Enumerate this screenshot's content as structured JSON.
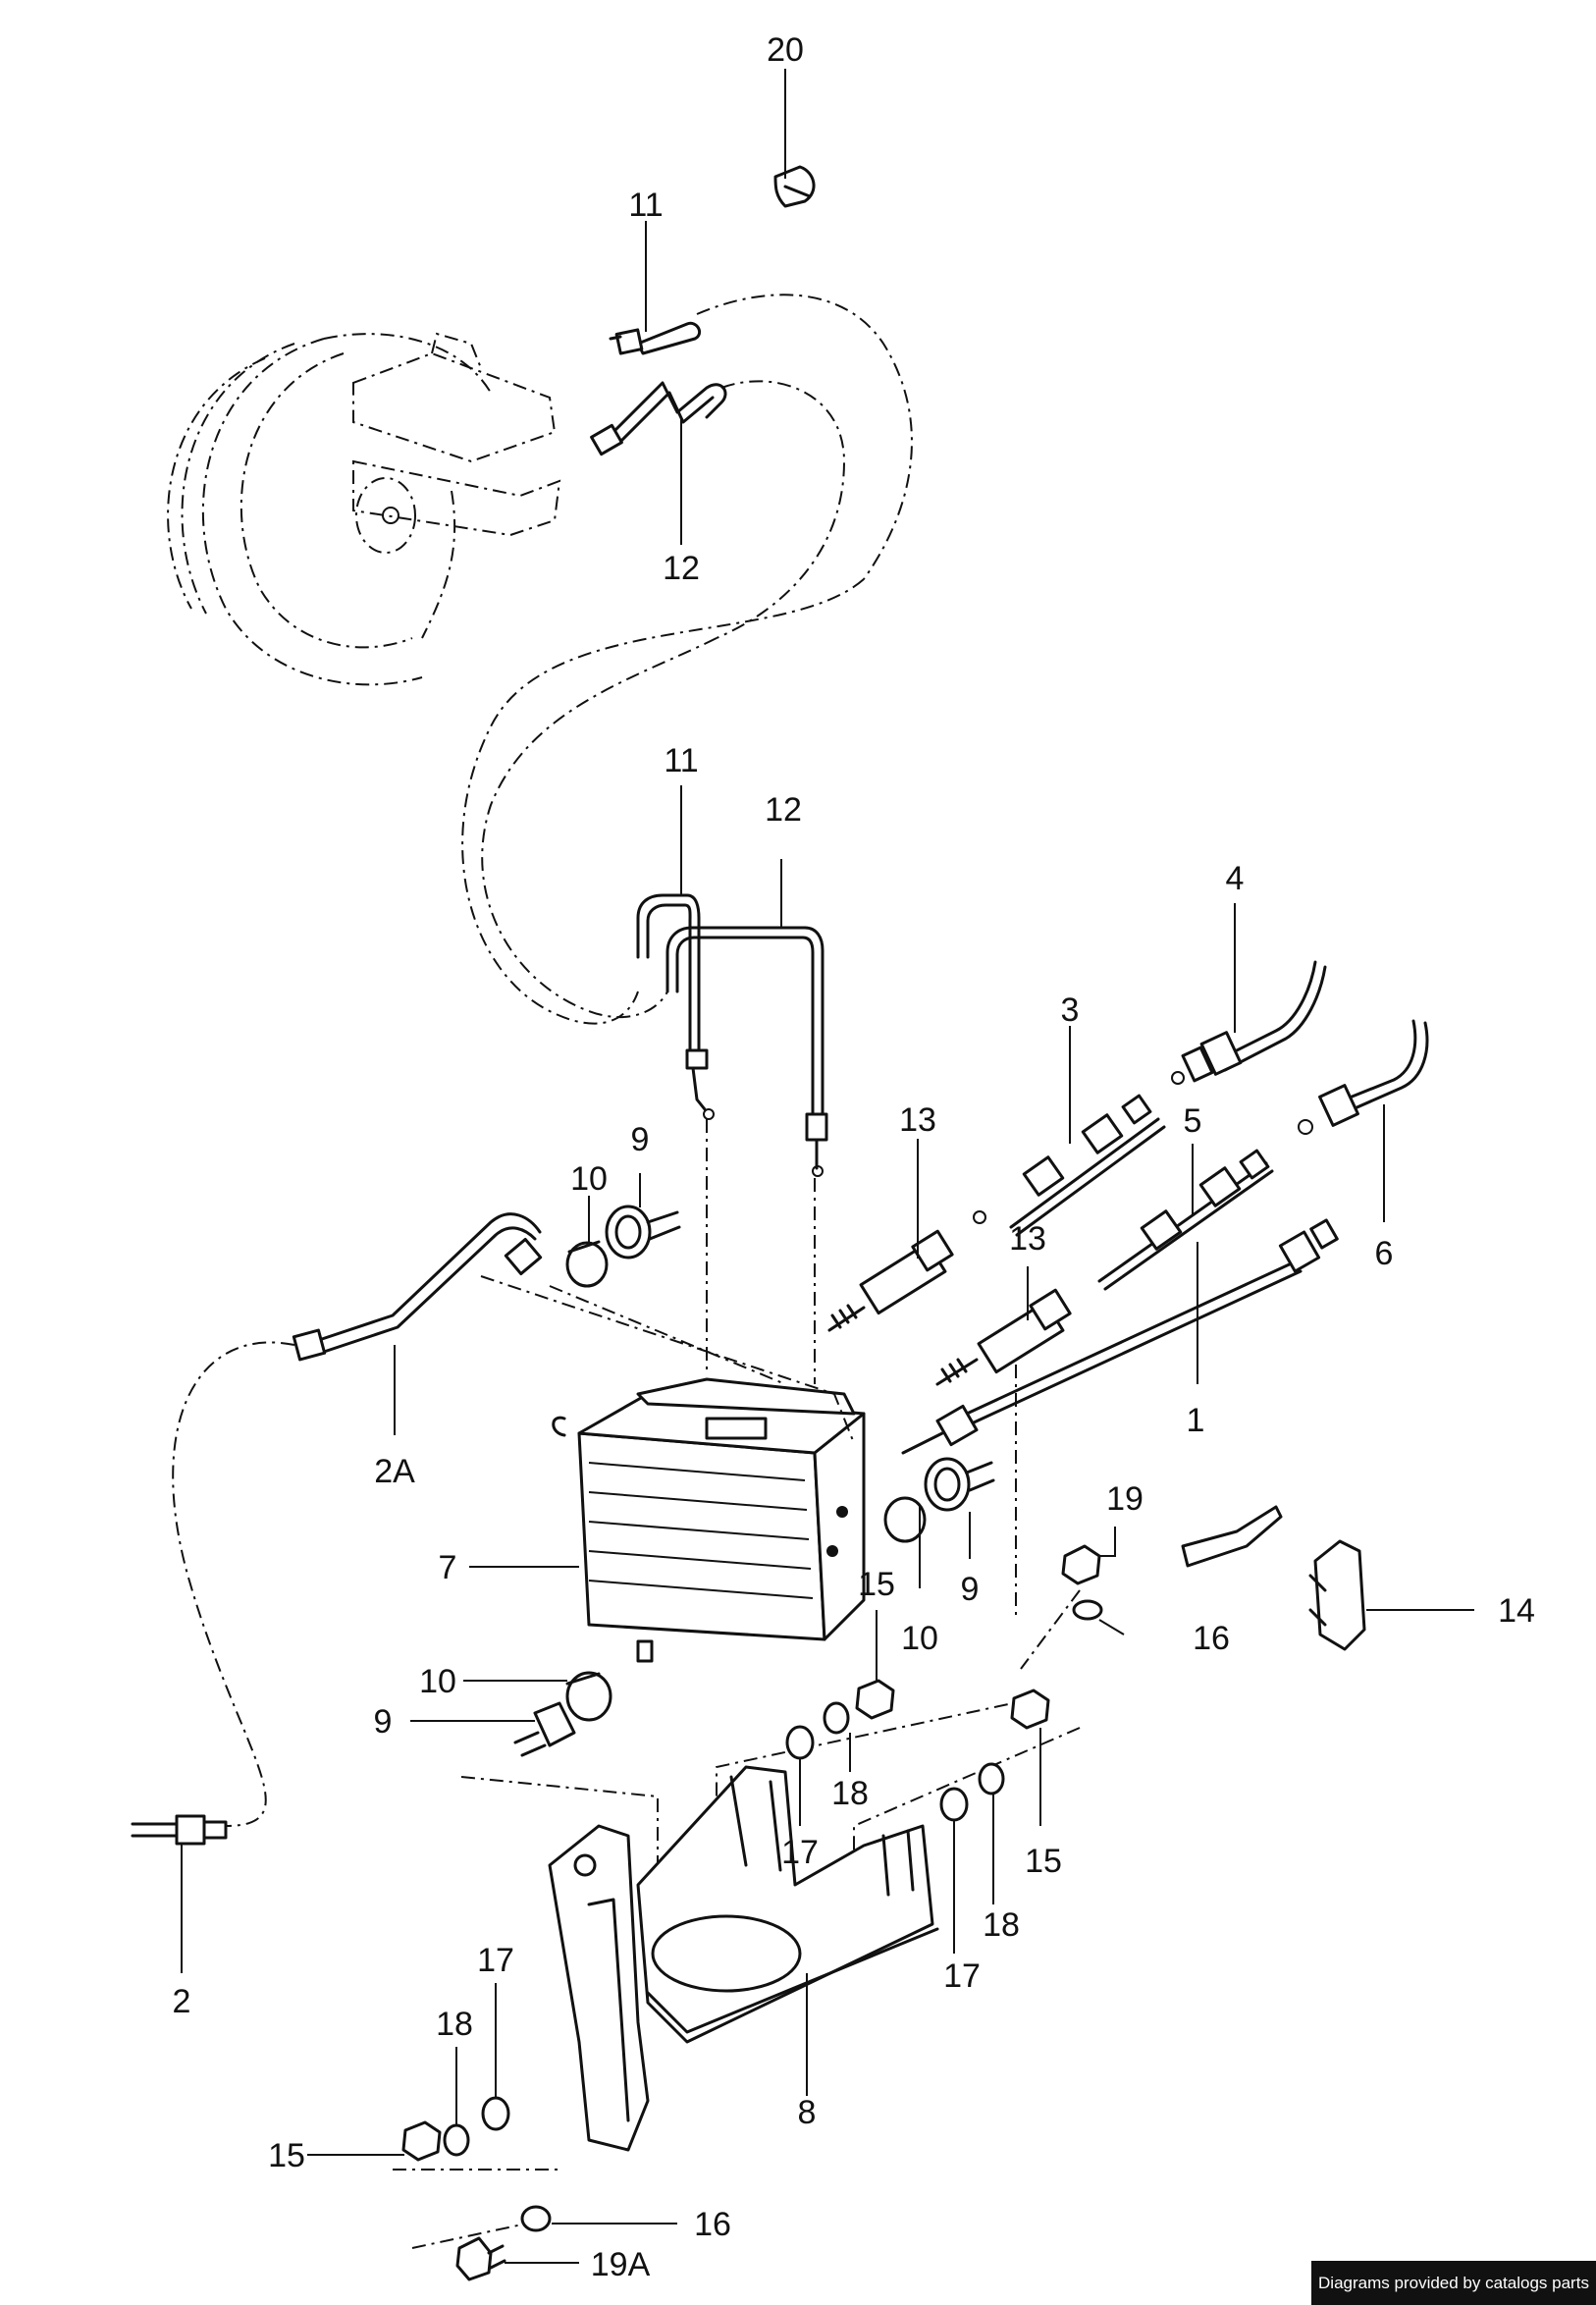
{
  "callouts": {
    "c20": "20",
    "c11_top": "11",
    "c12_top": "12",
    "c11_mid": "11",
    "c12_mid": "12",
    "c4": "4",
    "c3": "3",
    "c13_a": "13",
    "c13_b": "13",
    "c5": "5",
    "c6": "6",
    "c1": "1",
    "c10_a": "10",
    "c9_a": "9",
    "c2a": "2A",
    "c7": "7",
    "c19": "19",
    "c14": "14",
    "c16_a": "16",
    "c15_a": "15",
    "c10_b": "10",
    "c9_b": "9",
    "c10_c": "10",
    "c9_c": "9",
    "c18_a": "18",
    "c17_a": "17",
    "c15_b": "15",
    "c18_b": "18",
    "c17_b": "17",
    "c2": "2",
    "c17_c": "17",
    "c18_c": "18",
    "c8": "8",
    "c15_c": "15",
    "c16_b": "16",
    "c19a": "19A"
  },
  "footer": {
    "credit": "Diagrams provided by catalogs parts"
  }
}
